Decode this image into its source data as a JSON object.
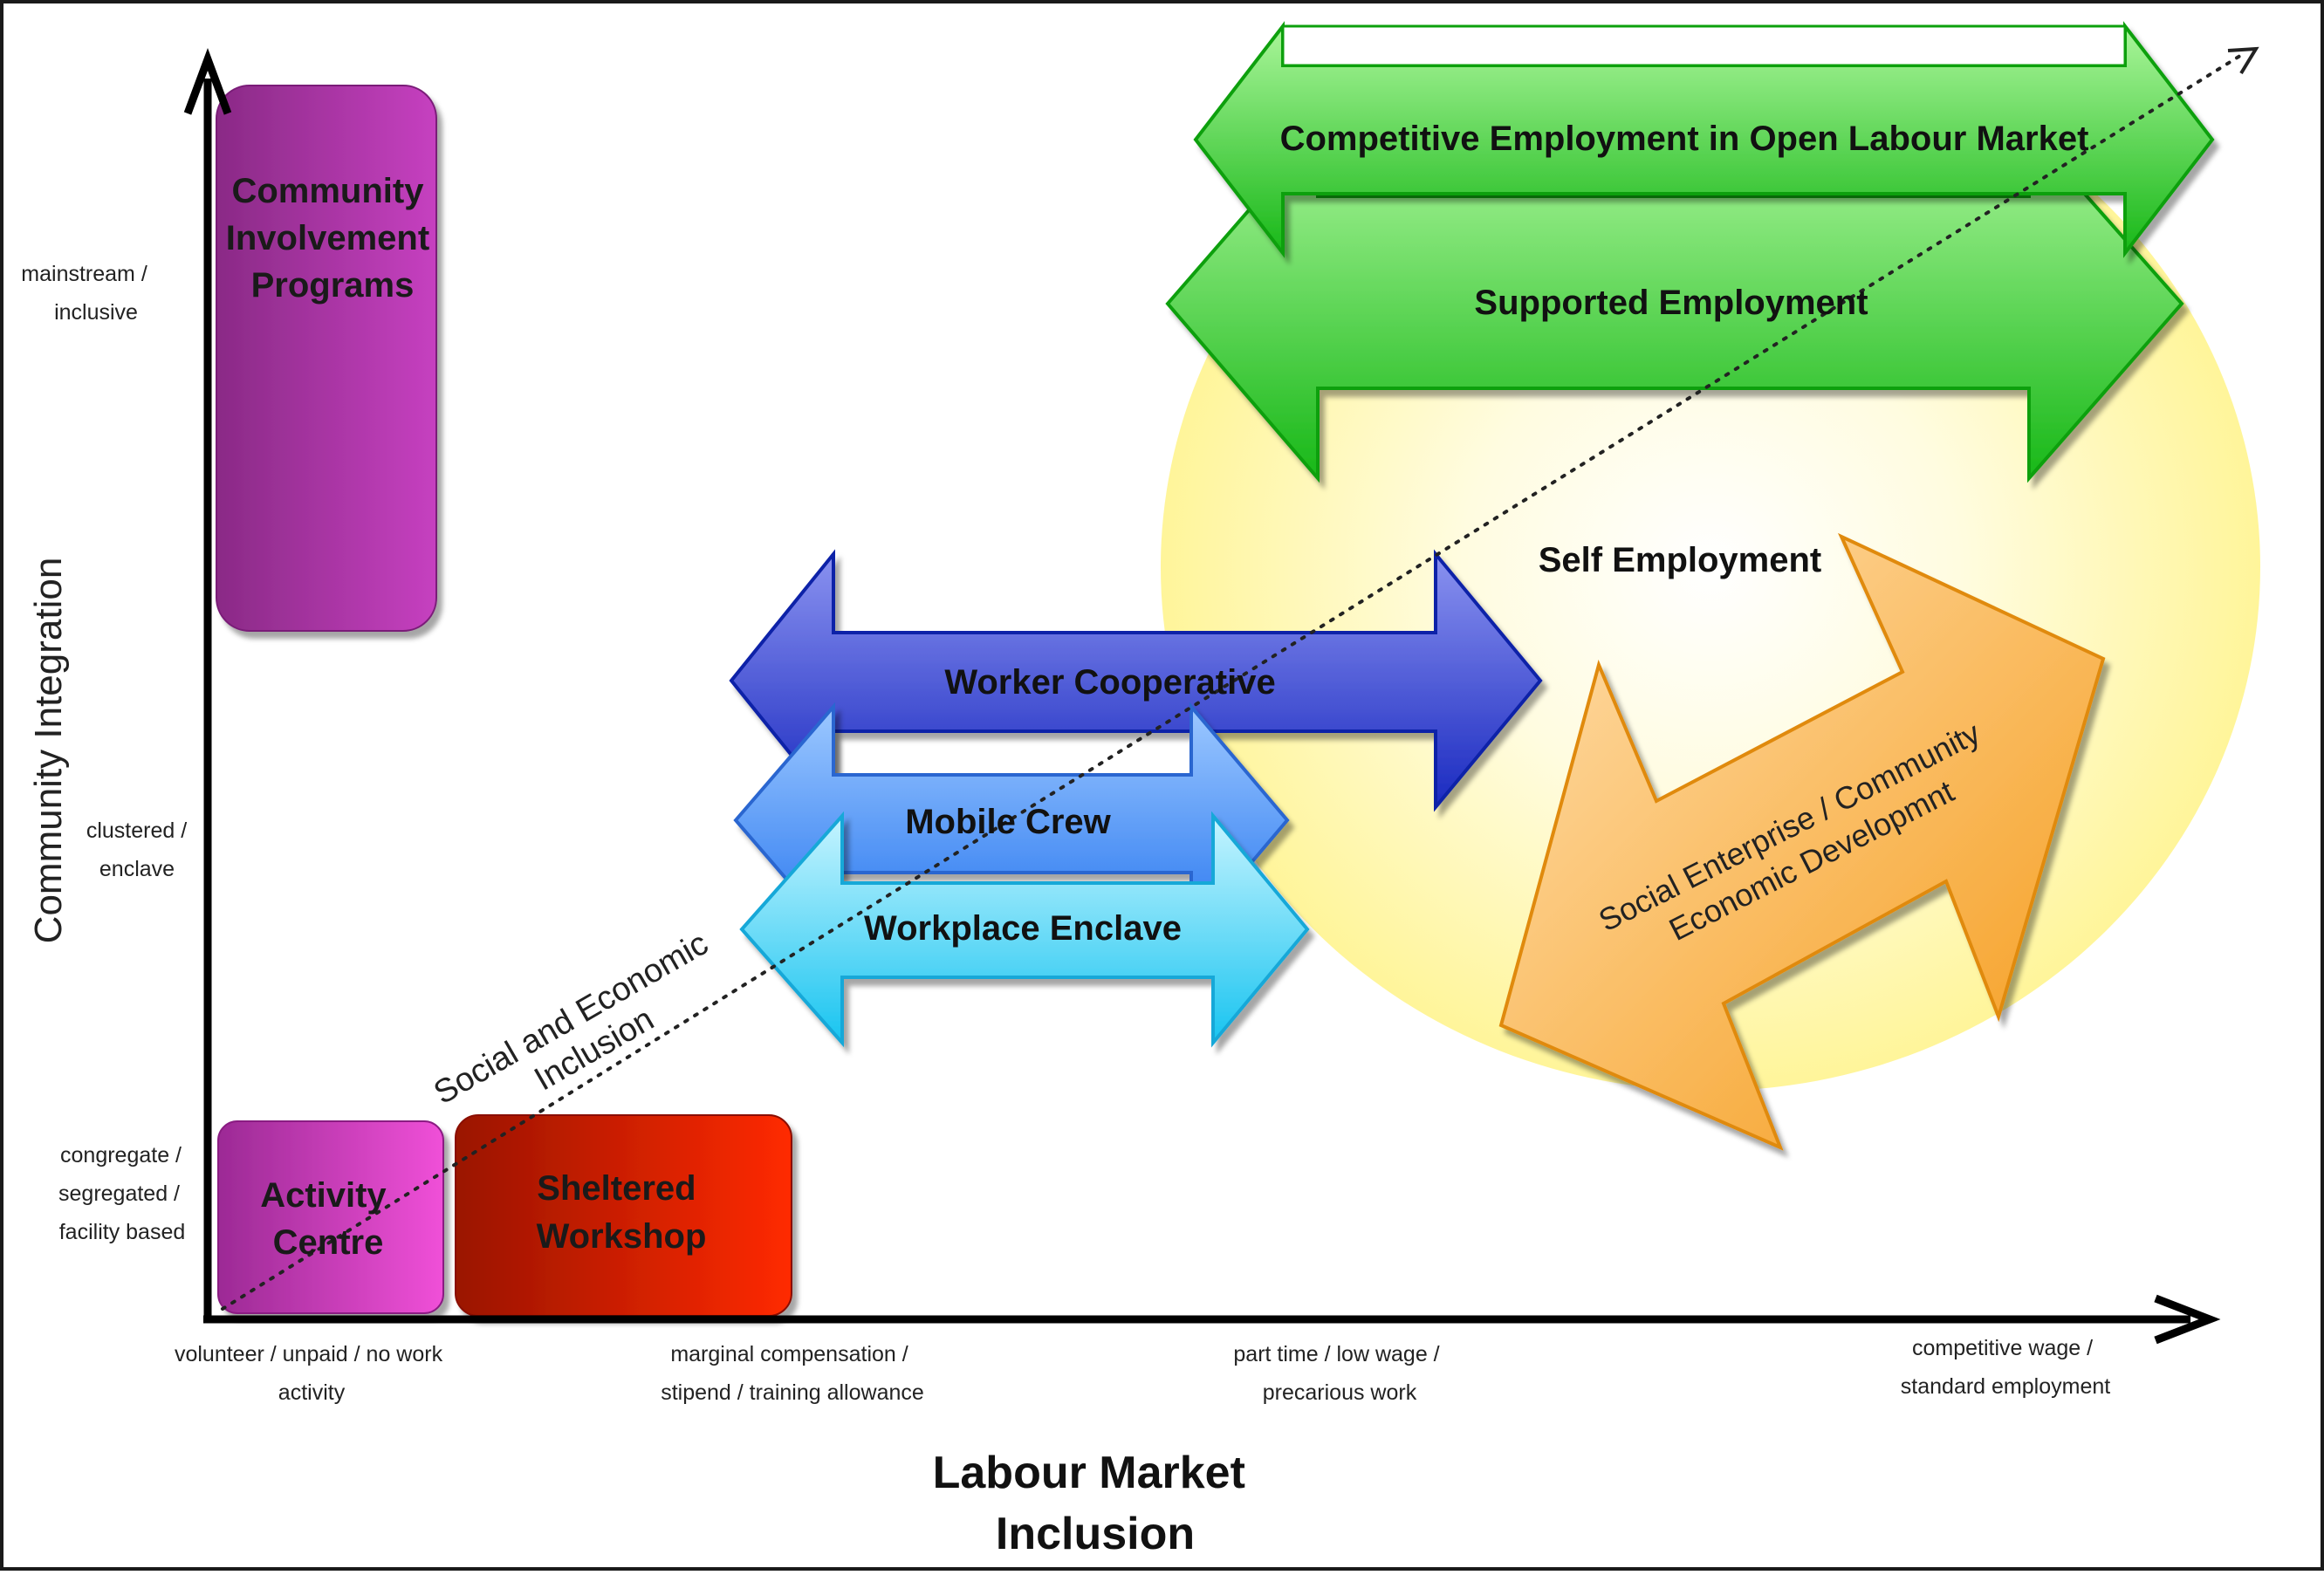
{
  "diagram": {
    "y_axis_title": "Community Integration",
    "x_axis_title_line1": "Labour Market",
    "x_axis_title_line2": "Inclusion",
    "y_levels": {
      "mainstream_line1": "mainstream /",
      "mainstream_line2": "inclusive",
      "clustered_line1": "clustered /",
      "clustered_line2": "enclave",
      "congregate_line1": "congregate /",
      "congregate_line2": "segregated /",
      "congregate_line3": "facility based"
    },
    "x_levels": {
      "volunteer_line1": "volunteer / unpaid / no work",
      "volunteer_line2": "activity",
      "marginal_line1": "marginal compensation /",
      "marginal_line2": "stipend / training allowance",
      "parttime_line1": "part time / low wage /",
      "parttime_line2": "precarious work",
      "competitive_line1": "competitive wage /",
      "competitive_line2": "standard employment"
    },
    "boxes": {
      "community_line1": "Community",
      "community_line2": "Involvement",
      "community_line3": "Programs",
      "activity_line1": "Activity",
      "activity_line2": "Centre",
      "sheltered_line1": "Sheltered",
      "sheltered_line2": "Workshop"
    },
    "arrows": {
      "competitive": "Competitive Employment in Open Labour Market",
      "supported": "Supported Employment",
      "self_employment": "Self Employment",
      "worker_coop": "Worker Cooperative",
      "mobile_crew": "Mobile Crew",
      "workplace_enclave": "Workplace Enclave",
      "social_enterprise_line1": "Social Enterprise / Community",
      "social_enterprise_line2": "Economic Developmnt"
    },
    "trend_line_line1": "Social  and Economic",
    "trend_line_line2": "Inclusion",
    "colors": {
      "purple": "#b03aa8",
      "magenta": "#e040c8",
      "red": "#dd2200",
      "green": "#33cc33",
      "dark_blue": "#2a3bc8",
      "blue": "#4a90f0",
      "cyan": "#40d0f5",
      "orange": "#f7a530",
      "yellow_glow": "#fff9a8"
    }
  }
}
